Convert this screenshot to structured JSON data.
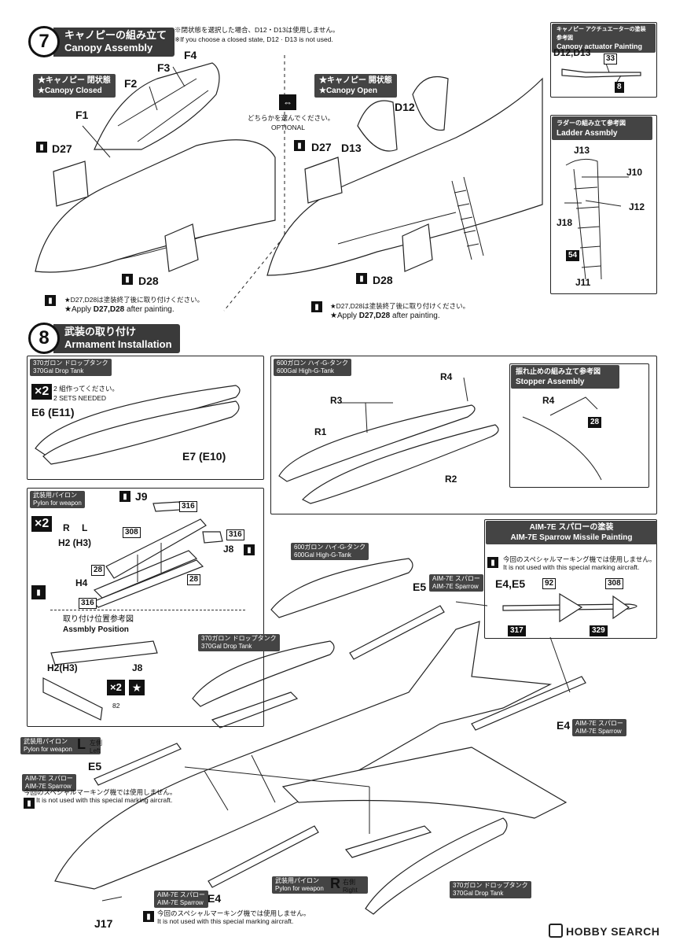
{
  "step7": {
    "number": "7",
    "title_jp": "キャノピーの組み立て",
    "title_en": "Canopy Assembly",
    "note1": "※閉状態を選択した場合、D12・D13は使用しません。",
    "note2": "※If you choose a closed state, D12 · D13 is not used.",
    "closed_jp": "★キャノピー 閉状態",
    "closed_en": "★Canopy Closed",
    "open_jp": "★キャノピー 開状態",
    "open_en": "★Canopy Open",
    "optional_jp": "どちらかを選んでください。",
    "optional_en": "OPTIONAL",
    "parts_closed": [
      "F4",
      "F3",
      "F2",
      "F1",
      "D27",
      "D28"
    ],
    "parts_open": [
      "D12",
      "D13",
      "D27",
      "D28"
    ],
    "apply_jp": "★D27,D28は塗装終了後に取り付けください。",
    "apply_en_pre": "★Apply ",
    "apply_en_parts": "D27,D28",
    "apply_en_post": " after painting."
  },
  "actuator": {
    "title_jp": "キャノピー アクチュエーターの塗装参考図",
    "title_en": "Canopy actuator Painting",
    "parts": "D12,D13",
    "color1": "33",
    "color2": "8"
  },
  "ladder": {
    "title_jp": "ラダーの組み立て参考図",
    "title_en": "Ladder Assmbly",
    "parts": [
      "J13",
      "J10",
      "J12",
      "J18",
      "J11"
    ],
    "color": "54"
  },
  "step8": {
    "number": "8",
    "title_jp": "武装の取り付け",
    "title_en": "Armament Installation"
  },
  "tank370": {
    "tag_jp": "370ガロン ドロップタンク",
    "tag_en": "370Gal Drop Tank",
    "x2": "×2",
    "sets_jp": "2 組作ってください。",
    "sets_en": "2 SETS NEEDED",
    "part_a": "E6 (E11)",
    "part_b": "E7 (E10)"
  },
  "tank600": {
    "tag_jp": "600ガロン ハイ-G-タンク",
    "tag_en": "600Gal High-G-Tank",
    "parts": [
      "R4",
      "R3",
      "R1",
      "R2"
    ]
  },
  "stopper": {
    "title_jp": "振れ止めの組み立て参考図",
    "title_en": "Stopper Assembly",
    "part": "R4",
    "color": "28"
  },
  "pylon": {
    "tag_jp": "武装用パイロン",
    "tag_en": "Pylon for weapon",
    "x2": "×2",
    "r": "R",
    "l": "L",
    "parts": [
      "J9",
      "H2 (H3)",
      "H4",
      "J8"
    ],
    "colors": [
      "316",
      "308",
      "28",
      "316",
      "28",
      "316"
    ],
    "pos_jp": "取り付け位置参考図",
    "pos_en": "Assmbly Position",
    "pos_parts": [
      "H2(H3)",
      "J8"
    ],
    "pos_color": "82"
  },
  "sparrow": {
    "title_jp": "AIM-7E スパローの塗装",
    "title_en": "AIM-7E Sparrow Missile Painting",
    "notuse_jp": "今回のスペシャルマーキング機では使用しません。",
    "notuse_en": "It is not used with this special marking aircraft.",
    "parts": "E4,E5",
    "colors": [
      "92",
      "308",
      "317",
      "329"
    ]
  },
  "main": {
    "tank600_jp": "600ガロン ハイ-G-タンク",
    "tank600_en": "600Gal High-G-Tank",
    "aim_jp": "AIM-7E スパロー",
    "aim_en": "AIM-7E Sparrow",
    "tank370_jp": "370ガロン ドロップタンク",
    "tank370_en": "370Gal Drop Tank",
    "pylonL_jp": "武装用パイロン",
    "pylonL_en": "Pylon for weapon",
    "L": "L",
    "left_jp": "左側",
    "left_en": "Left",
    "R": "R",
    "right_jp": "右側",
    "right_en": "Right",
    "parts": [
      "E5",
      "E4",
      "E4",
      "E5",
      "J17"
    ],
    "notuse_jp": "今回のスペシャルマーキング機では使用しません。",
    "notuse_en": "It is not used with this special marking aircraft."
  },
  "watermark": "HOBBY SEARCH"
}
